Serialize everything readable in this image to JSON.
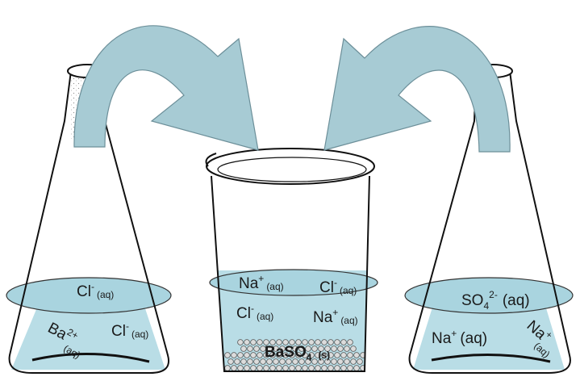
{
  "colors": {
    "liquid": "#b9dde6",
    "liquid_surface": "#a9d4df",
    "arrow_fill": "#a7cbd4",
    "glass_stroke": "#111111",
    "precipitate": "#dcdcdc"
  },
  "left_flask": {
    "ion_cl_top": {
      "symbol": "Cl",
      "charge": "-",
      "state": "(aq)"
    },
    "ion_ba": {
      "symbol": "Ba",
      "charge": "2+",
      "state": "(aq)"
    },
    "ion_cl_right": {
      "symbol": "Cl",
      "charge": "-",
      "state": "(aq)"
    }
  },
  "beaker": {
    "ion_na_top": {
      "symbol": "Na",
      "charge": "+",
      "state": "(aq)"
    },
    "ion_cl_top": {
      "symbol": "Cl",
      "charge": "-",
      "state": "(aq)"
    },
    "ion_cl_mid": {
      "symbol": "Cl",
      "charge": "-",
      "state": "(aq)"
    },
    "ion_na_mid": {
      "symbol": "Na",
      "charge": "+",
      "state": "(aq)"
    },
    "precipitate": {
      "formula": "BaSO",
      "subscript": "4",
      "state": "(s)"
    }
  },
  "right_flask": {
    "ion_so4": {
      "symbol": "SO",
      "subscript": "4",
      "charge": "2-",
      "state": "(aq)"
    },
    "ion_na_left": {
      "symbol": "Na",
      "charge": "+",
      "state": "(aq)"
    },
    "ion_na_right": {
      "symbol": "Na",
      "charge": "+",
      "state": "(aq)"
    }
  }
}
